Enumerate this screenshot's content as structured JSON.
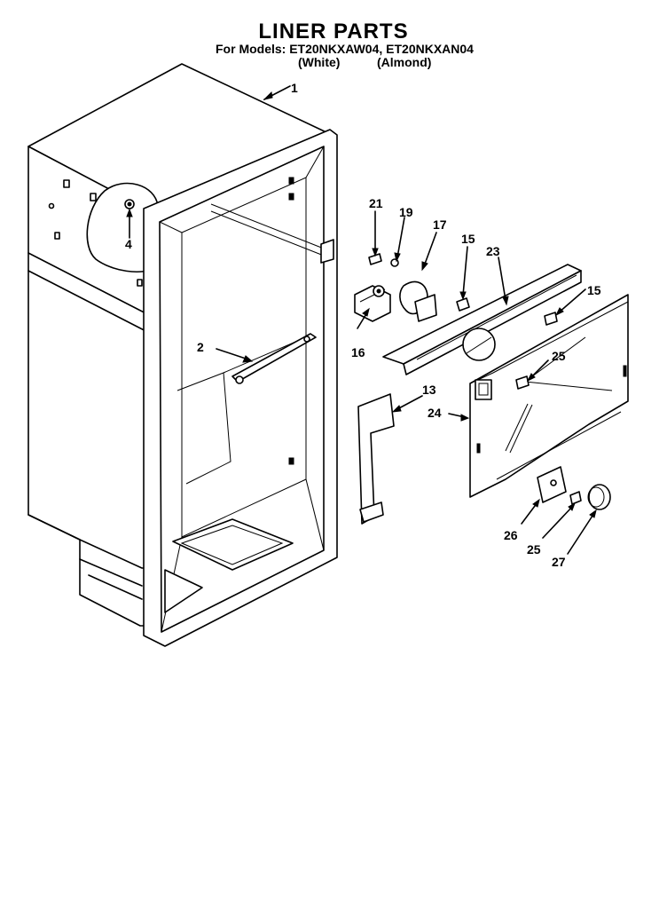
{
  "header": {
    "title": "LINER PARTS",
    "models_line": "For Models: ET20NKXAW04, ET20NKXAN04",
    "color_white": "(White)",
    "color_almond": "(Almond)"
  },
  "callouts": {
    "c1": "1",
    "c2": "2",
    "c4": "4",
    "c13": "13",
    "c15a": "15",
    "c15b": "15",
    "c16": "16",
    "c17": "17",
    "c19": "19",
    "c21": "21",
    "c23": "23",
    "c24": "24",
    "c25a": "25",
    "c25b": "25",
    "c26": "26",
    "c27": "27"
  }
}
